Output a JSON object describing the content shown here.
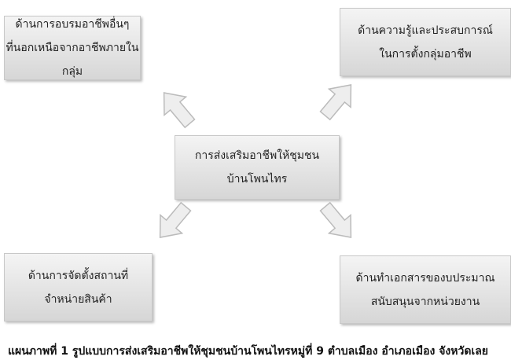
{
  "center": {
    "line1": "การส่งเสริมอาชีพให้ชุมชน",
    "line2": "บ้านโพนไทร"
  },
  "top_left": {
    "line1": "ด้านการอบรมอาชีพอื่นๆ",
    "line2": "ที่นอกเหนือจากอาชีพภายในกลุ่ม"
  },
  "top_right": {
    "line1": "ด้านความรู้และประสบการณ์",
    "line2": "ในการตั้งกลุ่มอาชีพ"
  },
  "bottom_left": {
    "line1": "ด้านการจัดตั้งสถานที่",
    "line2": "จำหน่ายสินค้า"
  },
  "bottom_right": {
    "line1": "ด้านทำเอกสารของบประมาณ",
    "line2": "สนับสนุนจากหน่วยงาน"
  },
  "caption": "แผนภาพที่ 1 รูปแบบการส่งเสริมอาชีพให้ชุมชนบ้านโพนไทรหมู่ที่ 9 ตำบลเมือง อำเภอเมือง จังหวัดเลย"
}
